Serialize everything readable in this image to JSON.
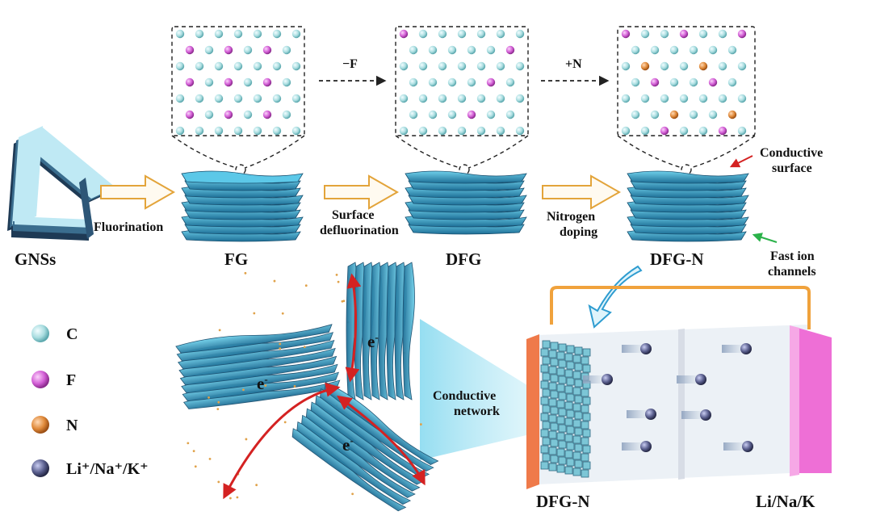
{
  "steps": {
    "gnss": "GNSs",
    "fg": "FG",
    "dfg": "DFG",
    "dfgn": "DFG-N"
  },
  "arrows": {
    "fluorination": "Fluorination",
    "surface_1": "Surface",
    "surface_2": "defluorination",
    "nitrogen_1": "Nitrogen",
    "nitrogen_2": "doping",
    "minus_f": "−F",
    "plus_n": "+N"
  },
  "annotations": {
    "conductive_surface_1": "Conductive",
    "conductive_surface_2": "surface",
    "fast_ion_1": "Fast ion",
    "fast_ion_2": "channels",
    "network_1": "Conductive",
    "network_2": "network",
    "electron": "e",
    "electron_sup": "-"
  },
  "legend": {
    "c": "C",
    "f": "F",
    "n": "N",
    "ions": "Li⁺/Na⁺/K⁺"
  },
  "cell": {
    "anode": "DFG-N",
    "metal": "Li/Na/K"
  },
  "colors": {
    "carbon": "#a9dde0",
    "fluorine": "#d35fd6",
    "nitrogen": "#e08a3a",
    "ion": "#4a4f7a",
    "sheet": "#2e7ea8",
    "sheet_light": "#5cc2df",
    "arrow_outline": "#e3a43a",
    "red": "#d42222",
    "green": "#2bb24a",
    "wire": "#f0a23c",
    "anode_plate": "#ef7a4a",
    "cathode_plate": "#ee6fd6"
  }
}
